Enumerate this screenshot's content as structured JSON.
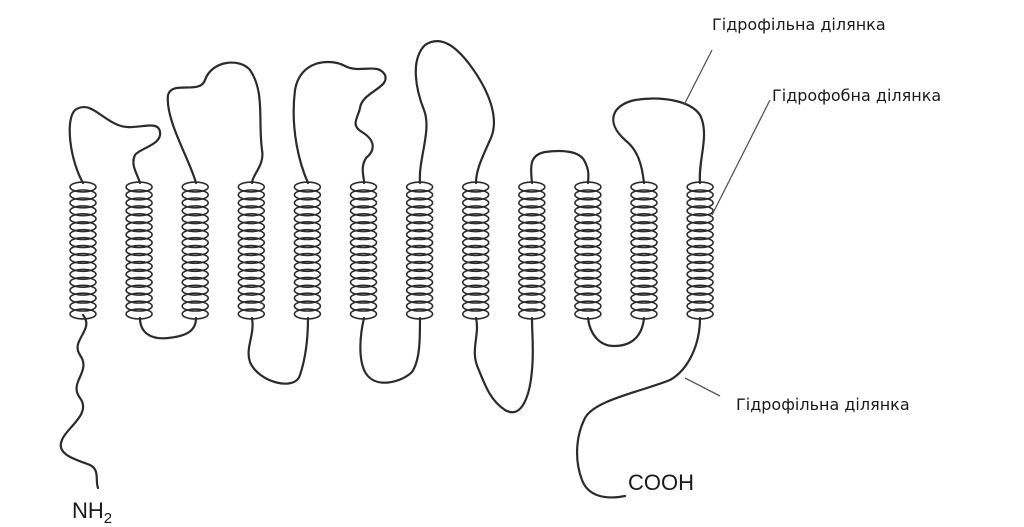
{
  "labels": {
    "hydrophilic_top": "Гідрофільна ділянка",
    "hydrophobic": "Гідрофобна ділянка",
    "hydrophilic_bottom": "Гідрофільна ділянка",
    "n_terminus": "NH",
    "n_terminus_sub": "2",
    "c_terminus": "COOH"
  },
  "structure": {
    "helix_count": 12
  },
  "colors": {
    "stroke": "#2b2b2b",
    "text": "#1a1a1a",
    "background": "#ffffff"
  }
}
